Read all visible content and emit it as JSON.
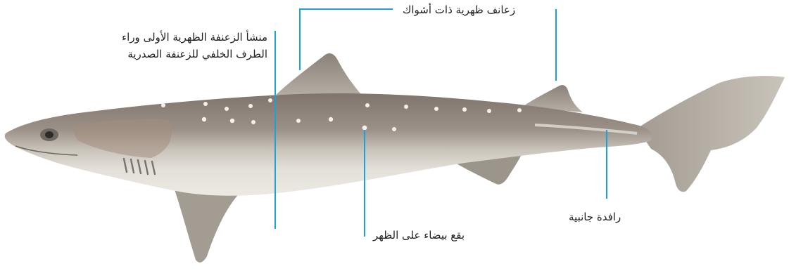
{
  "labels": {
    "spines": "زعانف ظهرية ذات أشواك",
    "first_dorsal_line1": "منشأ الزعنفة الظهرية الأولى وراء",
    "first_dorsal_line2": "الطرف الخلفي للزعنفة الصدرية",
    "white_spots": "بقع بيضاء على الظهر",
    "lateral_keel": "رافدة جانبية"
  },
  "colors": {
    "leader_line": "#1ba3d8",
    "label_text": "#231f20",
    "body_dorsal": "#8c8177",
    "body_mid": "#b3aaa0",
    "belly": "#e6e3dc",
    "fin_tone": "#9c958c",
    "spot": "#f4f1ea"
  }
}
